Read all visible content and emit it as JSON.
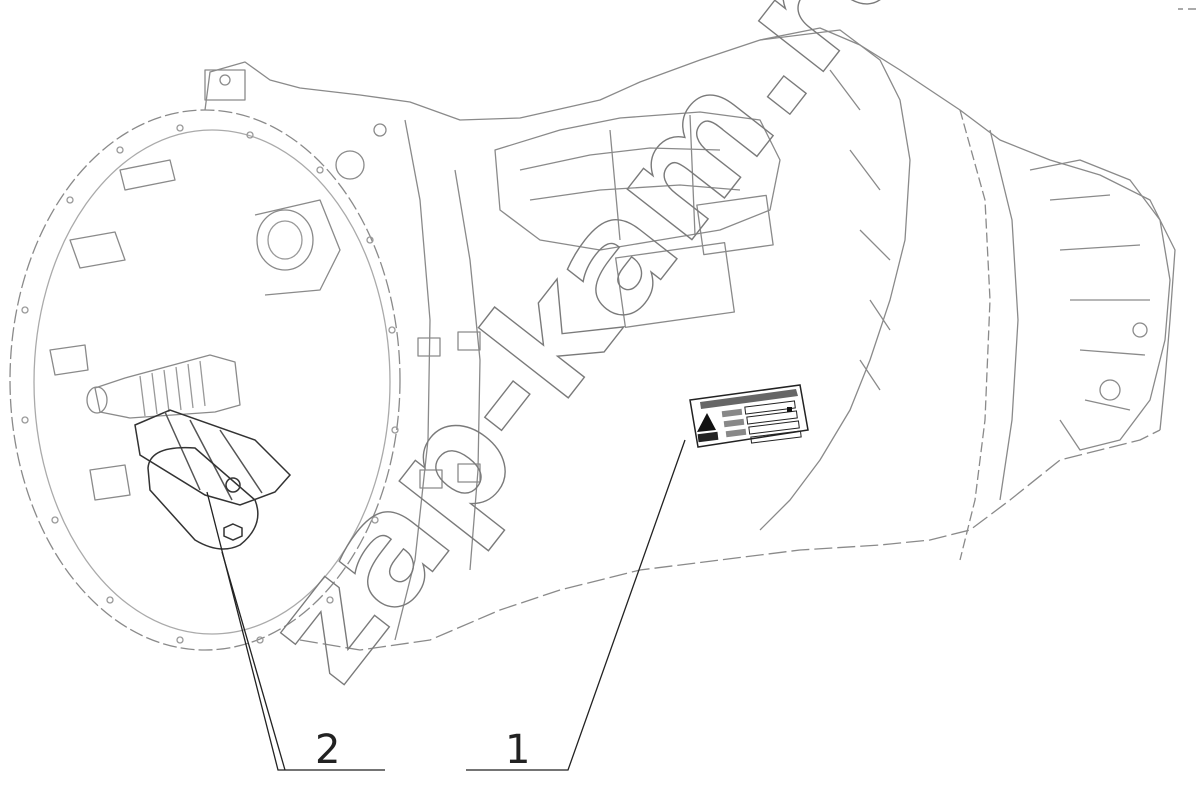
{
  "callouts": [
    {
      "number": "1",
      "part": "nameplate"
    },
    {
      "number": "2",
      "part": "cover"
    }
  ],
  "watermark": "zap-kam.ru",
  "colors": {
    "line": "#777777",
    "dark": "#222222",
    "background": "#ffffff"
  }
}
